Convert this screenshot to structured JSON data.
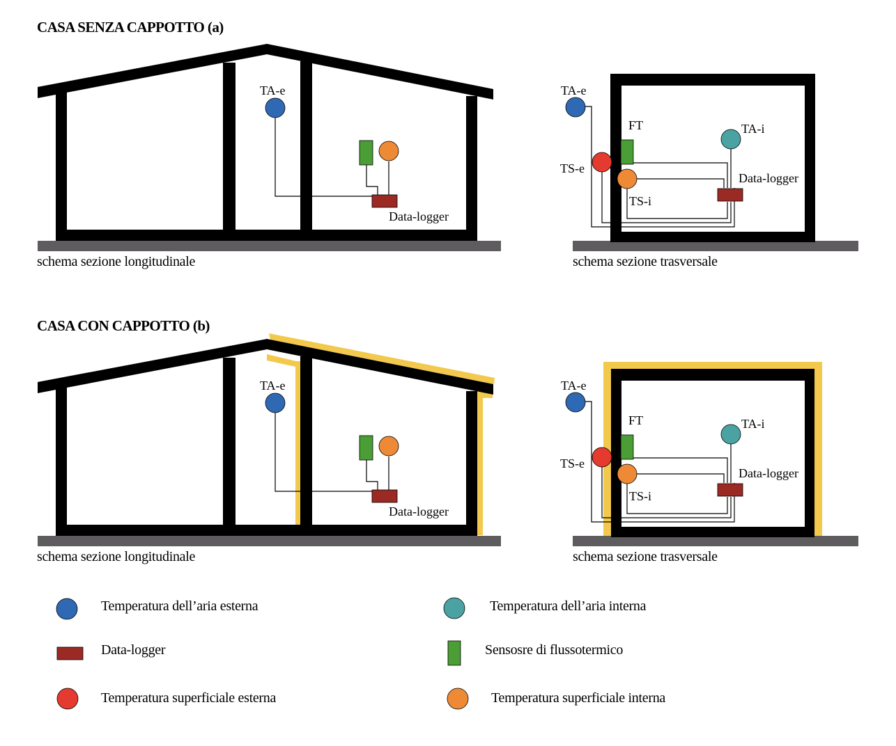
{
  "section_a": {
    "title": "CASA SENZA CAPPOTTO (a)",
    "longitudinal_caption": "schema sezione longitudinale",
    "transverse_caption": "schema sezione trasversale"
  },
  "section_b": {
    "title": "CASA CON CAPPOTTO (b)",
    "longitudinal_caption": "schema sezione longitudinale",
    "transverse_caption": "schema sezione trasversale"
  },
  "sensor_labels": {
    "ta_e": "TA-e",
    "ta_i": "TA-i",
    "ts_e": "TS-e",
    "ts_i": "TS-i",
    "ft": "FT",
    "data_logger": "Data-logger"
  },
  "legend": {
    "ta_e": "Temperatura dell’aria esterna",
    "ta_i": "Temperatura dell’aria interna",
    "data_logger": "Data-logger",
    "ft": "Sensosre di flussotermico",
    "ts_e": "Temperatura superficiale esterna",
    "ts_i": "Temperatura superficiale interna"
  },
  "colors": {
    "wall": "#000000",
    "ground": "#5e5c5e",
    "insulation": "#f2c94c",
    "ta_e": "#2f69b3",
    "ta_i": "#4aa3a2",
    "ts_e": "#e43a2f",
    "ts_i": "#ee8a36",
    "ft": "#4a9e35",
    "data_logger": "#9b2a24"
  }
}
